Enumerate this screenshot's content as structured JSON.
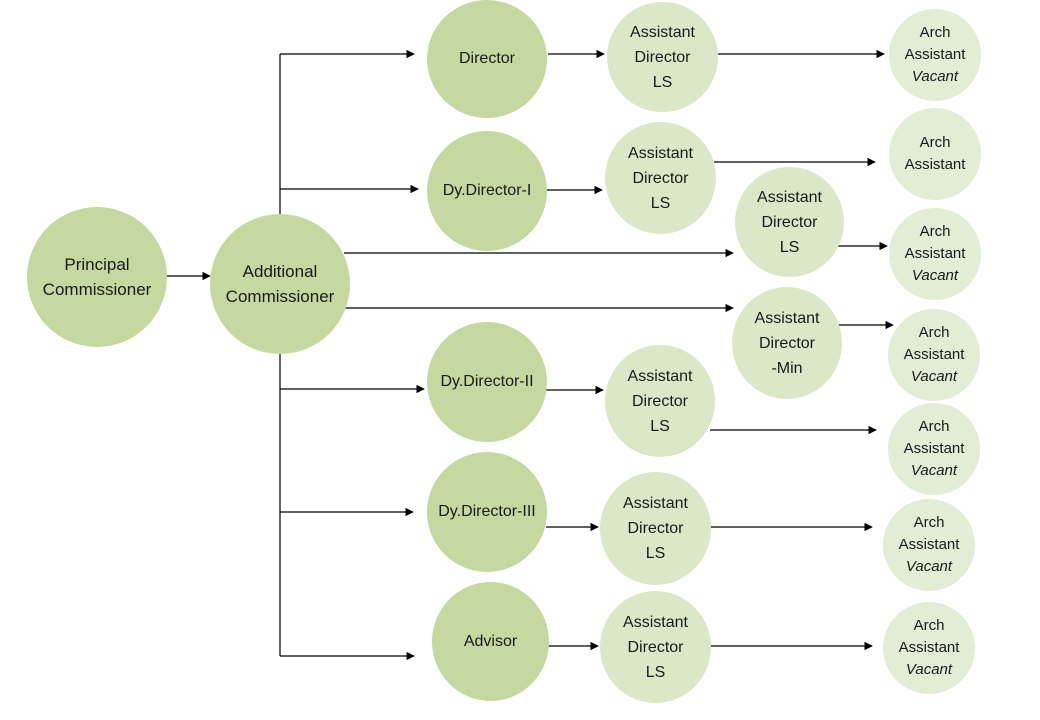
{
  "nodes": {
    "principal": [
      "Principal",
      "Commissioner"
    ],
    "additional": [
      "Additional",
      "Commissioner"
    ],
    "director": [
      "Director"
    ],
    "dd1": [
      "Dy.Director-I"
    ],
    "dd2": [
      "Dy.Director-II"
    ],
    "dd3": [
      "Dy.Director-III"
    ],
    "advisor": [
      "Advisor"
    ],
    "ad1": [
      "Assistant",
      "Director",
      "LS"
    ],
    "ad2": [
      "Assistant",
      "Director",
      "LS"
    ],
    "ad3": [
      "Assistant",
      "Director",
      "LS"
    ],
    "admin": [
      "Assistant",
      "Director",
      "-Min"
    ],
    "ad5": [
      "Assistant",
      "Director",
      "LS"
    ],
    "ad6": [
      "Assistant",
      "Director",
      "LS"
    ],
    "ad7": [
      "Assistant",
      "Director",
      "LS"
    ],
    "arch1": [
      "Arch",
      "Assistant",
      "Vacant"
    ],
    "arch2": [
      "Arch",
      "Assistant"
    ],
    "arch3": [
      "Arch",
      "Assistant",
      "Vacant"
    ],
    "arch4": [
      "Arch",
      "Assistant",
      "Vacant"
    ],
    "arch5": [
      "Arch",
      "Assistant",
      "Vacant"
    ],
    "arch6": [
      "Arch",
      "Assistant",
      "Vacant"
    ],
    "arch7": [
      "Arch",
      "Assistant",
      "Vacant"
    ]
  },
  "styles": {
    "primary_fill": "#c5d8a0",
    "secondary_fill": "#dbe7c6",
    "tertiary_fill": "#e3ecd5",
    "line_color": "#000000"
  }
}
